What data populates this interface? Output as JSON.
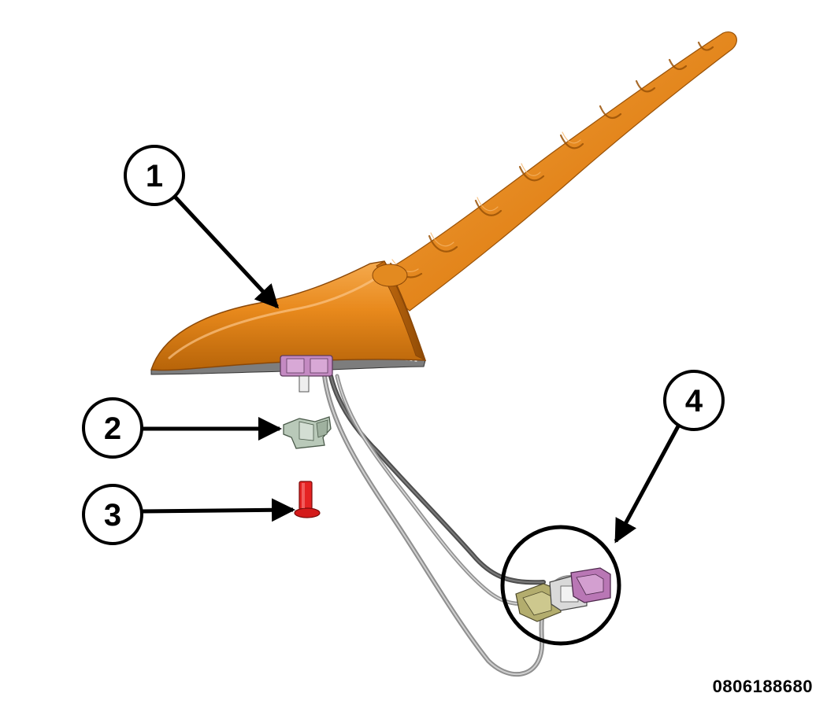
{
  "diagram": {
    "callouts": [
      {
        "number": "1",
        "target": "antenna-body"
      },
      {
        "number": "2",
        "target": "clip"
      },
      {
        "number": "3",
        "target": "push-pin"
      },
      {
        "number": "4",
        "target": "cable-connectors"
      }
    ],
    "figure_id": "0806188680"
  },
  "colors": {
    "antenna": "#e8891c",
    "antenna_shadow": "#b25f0a",
    "antenna_highlight": "#f7ad55",
    "connector_purple": "#b977b5",
    "connector_olive": "#b3ad6e",
    "clip_green": "#b7c7b7",
    "pin_red": "#e52222",
    "cable_dark": "#555555",
    "cable_light": "#9c9c9c"
  }
}
